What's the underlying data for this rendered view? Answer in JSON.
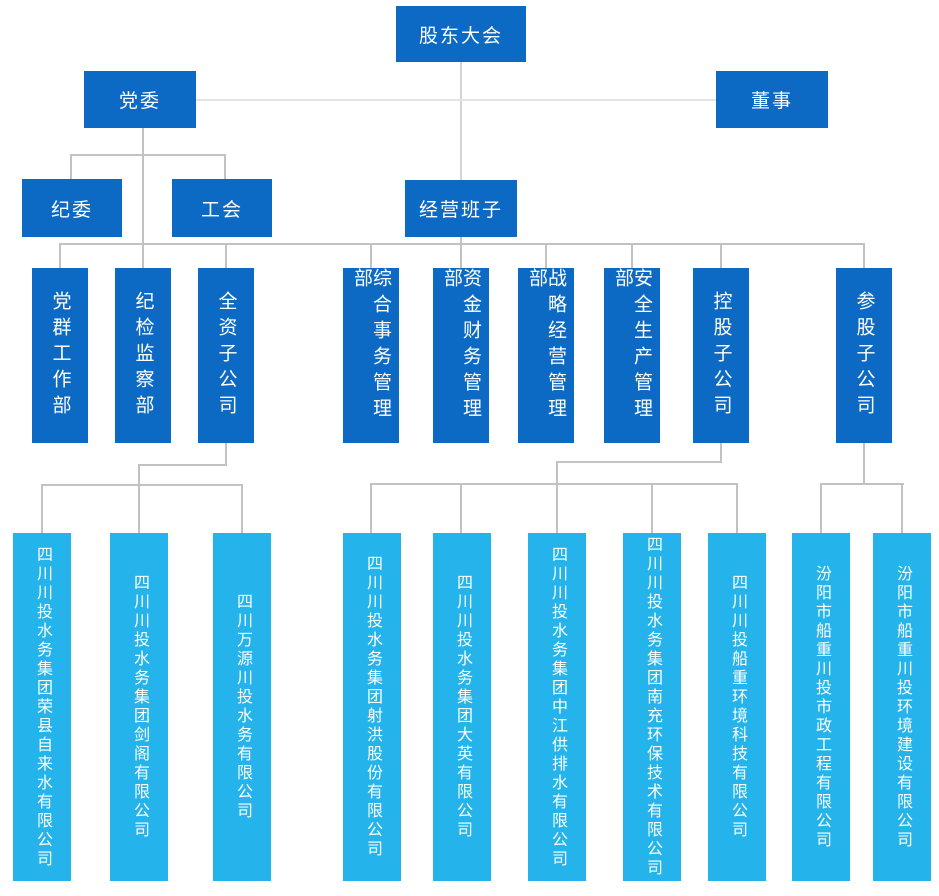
{
  "colors": {
    "primary": "#0d6ac4",
    "light": "#24b4eb",
    "line": "#c2c2c2",
    "line-light": "#e4e4e4",
    "line-mid": "#d4d4d4"
  },
  "org": {
    "root": "股东大会",
    "party_committee": "党委",
    "directors": "董事",
    "discipline_committee": "纪委",
    "labor_union": "工会",
    "management_team": "经营班子",
    "departments": [
      "党群工作部",
      "纪检监察部",
      "全资子公司",
      "综合事务管理部",
      "资金财务管理部",
      "战略经营管理部",
      "安全生产管理部",
      "控股子公司",
      "参股子公司"
    ],
    "companies": {
      "wholly_owned": [
        "四川川投水务集团荣县自来水有限公司",
        "四川川投水务集团剑阁有限公司",
        "四川万源川投水务有限公司"
      ],
      "holding": [
        "四川川投水务集团射洪股份有限公司",
        "四川川投水务集团大英有限公司",
        "四川川投水务集团中江供排水有限公司",
        "四川川投水务集团南充环保技术有限公司",
        "四川川投船重环境科技有限公司"
      ],
      "participating": [
        "汾阳市船重川投市政工程有限公司",
        "汾阳市船重川投环境建设有限公司"
      ]
    }
  }
}
